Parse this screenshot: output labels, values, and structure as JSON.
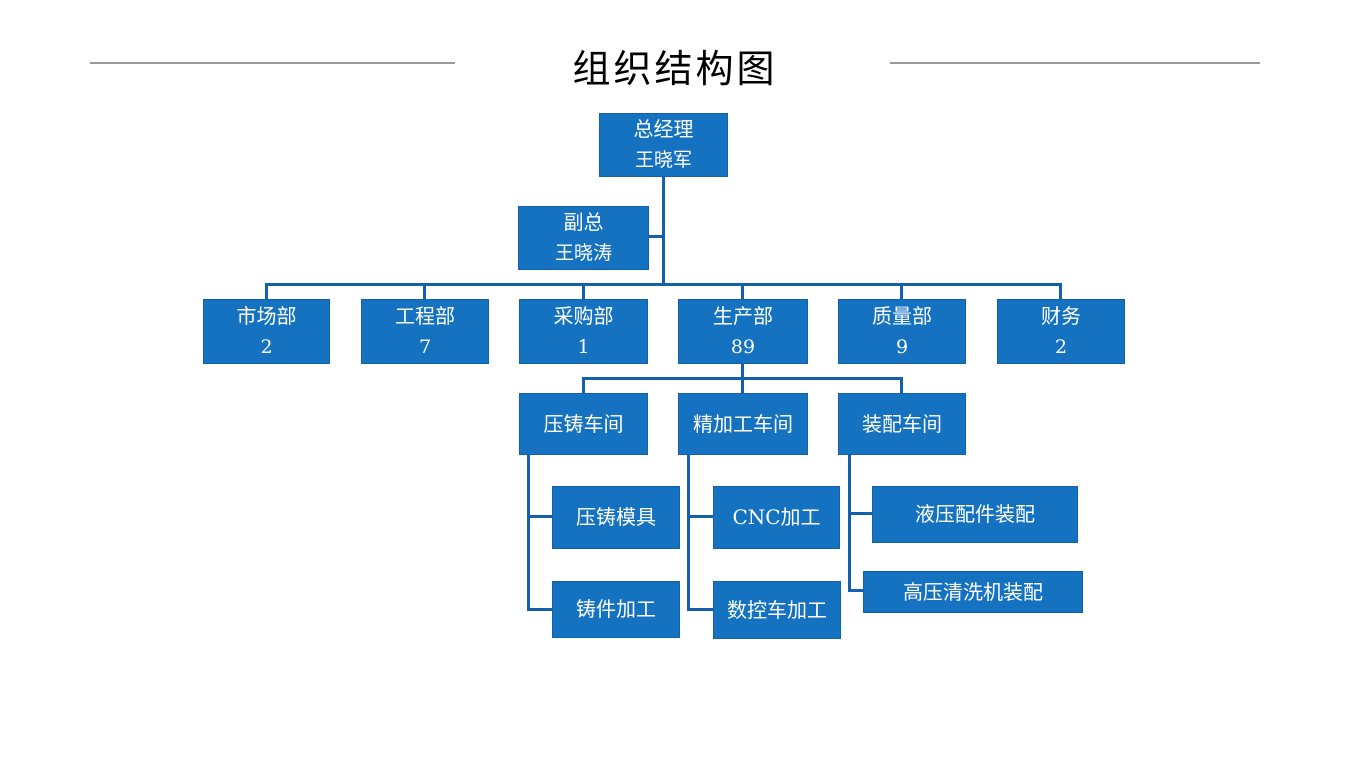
{
  "slide": {
    "title": "组织结构图"
  },
  "colors": {
    "box_fill": "#1572c1",
    "box_border": "#1161ad",
    "connector": "#1460ac",
    "title_text": "#000000",
    "title_rule": "#999999",
    "box_text": "#ffffff"
  },
  "org": {
    "general_manager": {
      "role": "总经理",
      "name": "王晓军"
    },
    "deputy": {
      "role": "副总",
      "name": "王晓涛"
    },
    "departments": [
      {
        "label": "市场部",
        "headcount": "2"
      },
      {
        "label": "工程部",
        "headcount": "7"
      },
      {
        "label": "采购部",
        "headcount": "1"
      },
      {
        "label": "生产部",
        "headcount": "89"
      },
      {
        "label": "质量部",
        "headcount": "9"
      },
      {
        "label": "财务",
        "headcount": "2"
      }
    ],
    "workshops": [
      {
        "label": "压铸车间"
      },
      {
        "label": "精加工车间"
      },
      {
        "label": "装配车间"
      }
    ],
    "die_casting_units": [
      {
        "label": "压铸模具"
      },
      {
        "label": "铸件加工"
      }
    ],
    "machining_units": [
      {
        "label": "CNC加工"
      },
      {
        "label": "数控车加工"
      }
    ],
    "assembly_units": [
      {
        "label": "液压配件装配"
      },
      {
        "label": "高压清洗机装配"
      }
    ]
  }
}
